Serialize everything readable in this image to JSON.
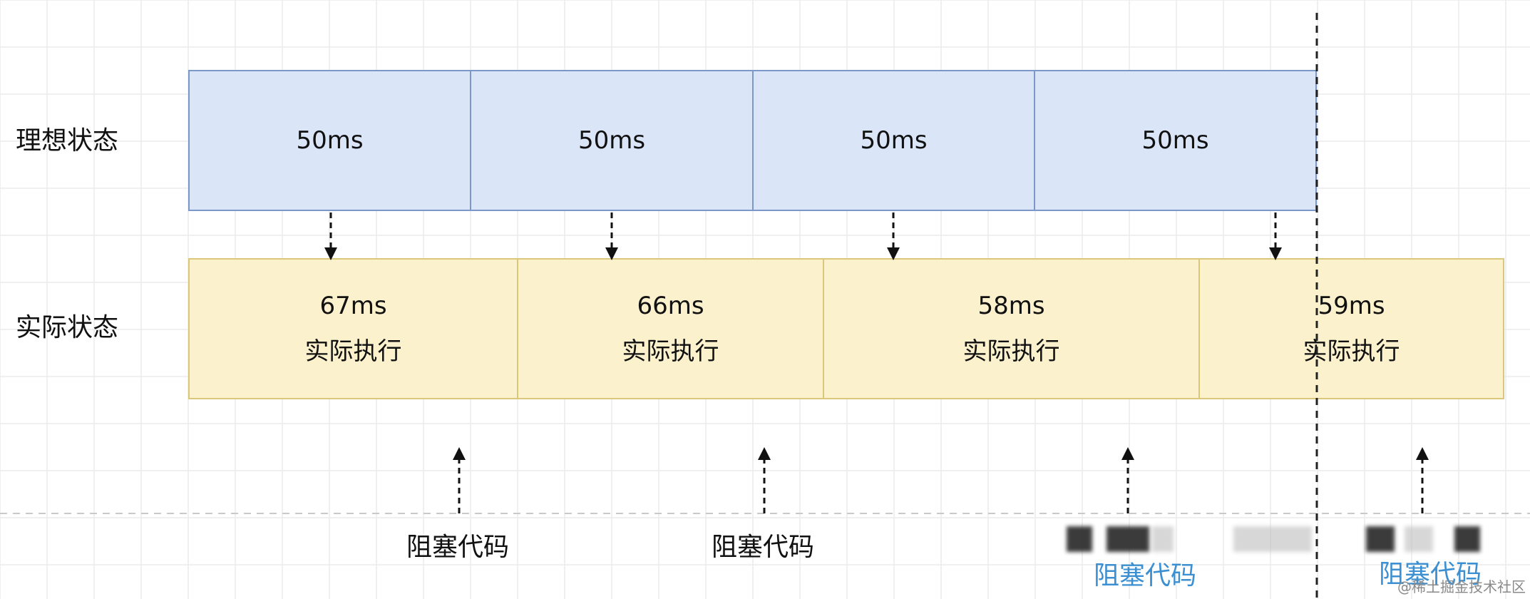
{
  "rows": {
    "ideal_label": "理想状态",
    "actual_label": "实际状态"
  },
  "ideal_boxes": [
    {
      "duration": "50ms"
    },
    {
      "duration": "50ms"
    },
    {
      "duration": "50ms"
    },
    {
      "duration": "50ms"
    }
  ],
  "actual_boxes": [
    {
      "duration": "67ms",
      "label": "实际执行"
    },
    {
      "duration": "66ms",
      "label": "实际执行"
    },
    {
      "duration": "58ms",
      "label": "实际执行"
    },
    {
      "duration": "59ms",
      "label": "实际执行"
    }
  ],
  "blocking_labels": [
    "阻塞代码",
    "阻塞代码",
    "阻塞代码",
    "阻塞代码"
  ],
  "watermark": "@稀土掘金技术社区",
  "colors": {
    "ideal_fill": "#dae6f8",
    "ideal_border": "#7c98c8",
    "actual_fill": "#fbf1cd",
    "actual_border": "#dac77a",
    "blocking_blue": "#3c8fd0"
  }
}
